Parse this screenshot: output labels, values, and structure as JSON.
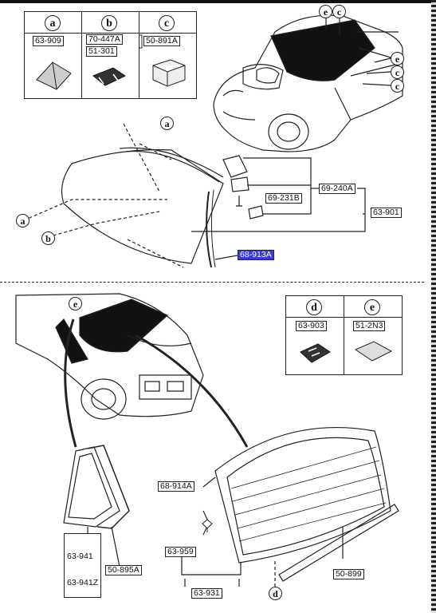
{
  "legend_top": {
    "cells": [
      {
        "letter": "a",
        "part": "63-909"
      },
      {
        "letter": "b",
        "part_main": "70-447A",
        "part_sub": "51-301"
      },
      {
        "letter": "c",
        "part": "50-891A"
      }
    ]
  },
  "legend_bottom": {
    "cells": [
      {
        "letter": "d",
        "part": "63-903"
      },
      {
        "letter": "e",
        "part": "51-2N3"
      }
    ]
  },
  "front": {
    "callout_a_top": "a",
    "callout_a_left": "a",
    "callout_b_left": "b",
    "car_callouts": [
      "e",
      "c",
      "e",
      "c",
      "c"
    ],
    "parts": {
      "p69_240A": "69-240A",
      "p69_231B": "69-231B",
      "p63_901": "63-901",
      "p68_913A": "68-913A"
    }
  },
  "rear": {
    "callout_e_car": "e",
    "callout_d": "d",
    "parts": {
      "p63_941": "63-941",
      "p63_941Z": "63-941Z",
      "p50_895A": "50-895A",
      "p68_914A": "68-914A",
      "p63_959": "63-959",
      "p63_931": "63-931",
      "p50_899": "50-899"
    }
  },
  "colors": {
    "highlight": "#3a3ad8",
    "ink": "#222222",
    "glass": "#111111"
  }
}
